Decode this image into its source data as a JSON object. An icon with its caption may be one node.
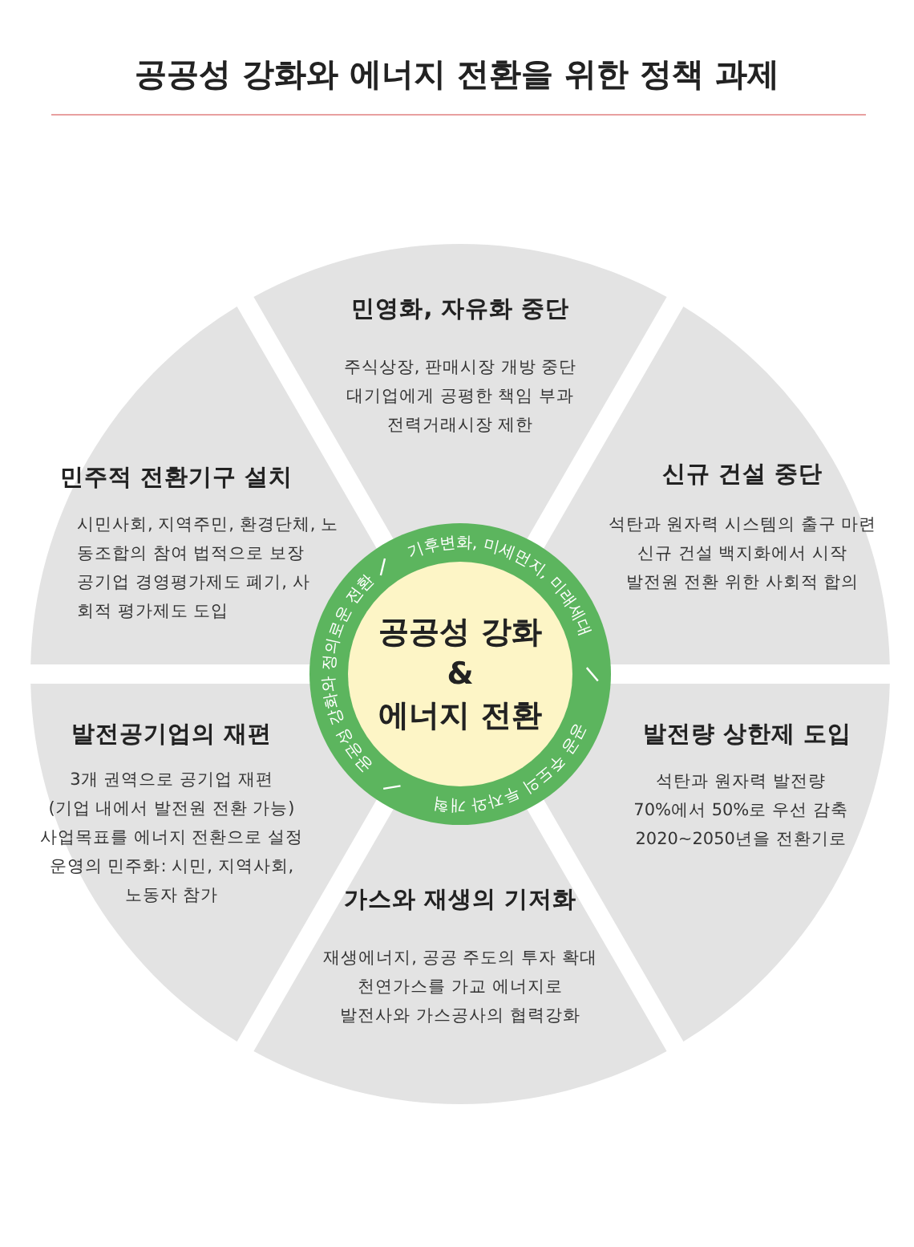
{
  "diagram": {
    "title": "공공성 강화와 에너지 전환을 위한 정책 과제",
    "nodes": [
      {
        "text": [
          "민영화, 자유화 중단",
          "주식상장, 판매시장 개방 중단",
          "대기업에게 공평한 책임 부과",
          "전력거래시장 제한"
        ]
      },
      {
        "text": [
          "민주적 전환기구 설치",
          "시민사회, 지역주민, 환경단체, 노동조합의 참여 법적으로 보장",
          "공기업 경영평가제도 폐기, 사회적 평가제도 도입"
        ]
      },
      {
        "text": [
          "신규 건설 중단",
          "석탄과 원자력 시스템의 출구 마련",
          "신규 건설 백지화에서 시작",
          "발전원 전환 위한 사회적 합의"
        ]
      },
      {
        "text": [
          "공공성 강화",
          "&",
          "에너지 전환"
        ]
      },
      {
        "text": [
          "발전공기업의 재편",
          "3개 권역으로 공기업 재편",
          "(기업 내에서 발전원 전환 가능)",
          "사업목표를 에너지 전환으로 설정",
          "운영의 민주화: 시민, 지역사회, 노동자 참가"
        ]
      },
      {
        "text": [
          "발전량 상한제 도입",
          "석탄과 원자력 발전량",
          "70%에서 50%로 우선 감축",
          "2020~2050년을 전환기로"
        ]
      },
      {
        "text": [
          "가스와 재생의 기저화",
          "재생에너지, 공공 주도의 투자 확대",
          "천연가스를 가교 에너지로",
          "발전사와 가스공사의 협력강화"
        ]
      }
    ],
    "labels": [
      "기후변화, 미세먼지, 미래세대",
      "공공성 강화와 정의로운 전환",
      "공공 주도의 투자와 개혁"
    ]
  }
}
